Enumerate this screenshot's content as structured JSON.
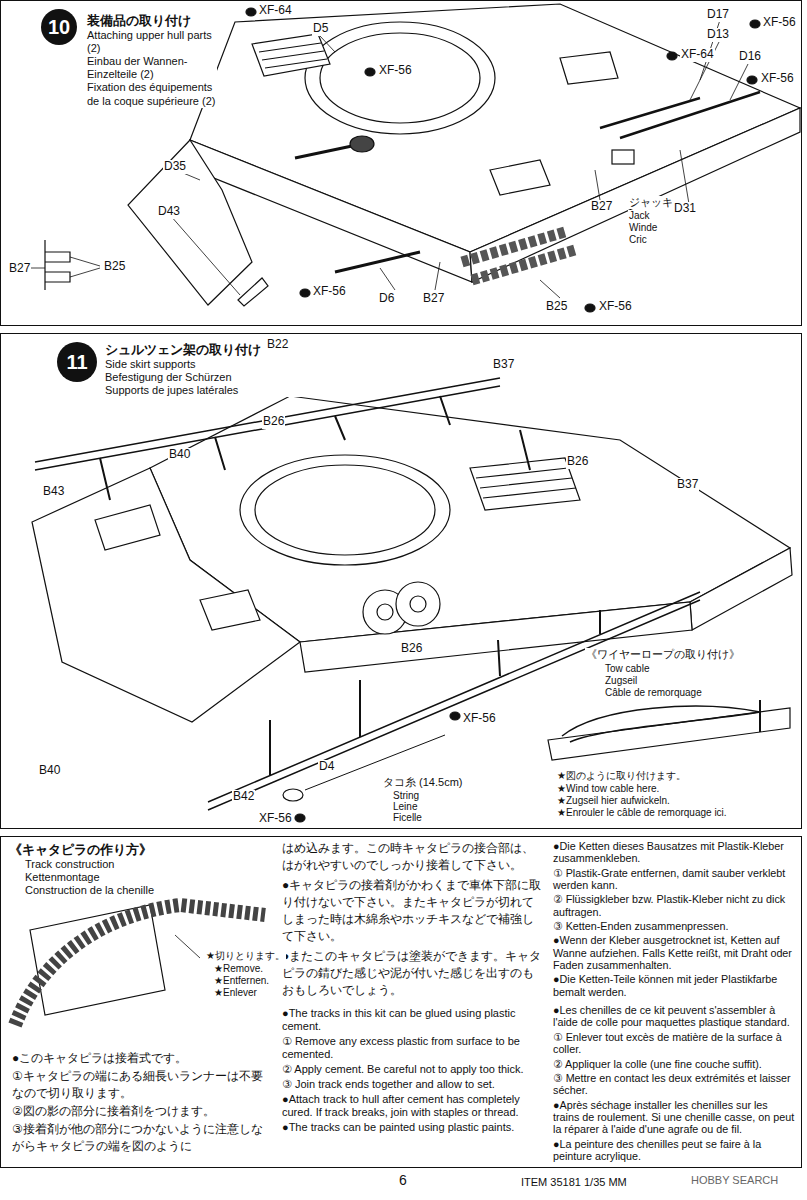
{
  "diagram": {
    "nodes": [
      {
        "text": [
          "装備品の取り付け",
          "Attaching upper hull parts (2)",
          "Einbau der Wannen-Einzelteile (2)",
          "Fixation des équipements de la coque supérieure (2)"
        ]
      },
      {
        "text": [
          "10"
        ],
        "in": 0
      },
      {
        "text": [
          "シュルツェン架の取り付け",
          "Side skirt supports",
          "Befestigung der Schürzen",
          "Supports de jupes latérales"
        ]
      },
      {
        "text": [
          "11"
        ],
        "in": 2
      },
      {
        "text": [
          "《キャタピラの作り方》",
          "Track construction",
          "Kettenmontage",
          "Construction de la chenille"
        ]
      }
    ],
    "labels": [
      "XF-64",
      "D5",
      "XF-56",
      "D17",
      "D13",
      "XF-56",
      "XF-64",
      "D16",
      "XF-56",
      "D35",
      "D43",
      "B27",
      "B25",
      "XF-56",
      "D6",
      "B27",
      "B27",
      "ジャッキ",
      "Jack",
      "Winde",
      "Cric",
      "D31",
      "B25",
      "XF-56",
      "B22",
      "B37",
      "B26",
      "B40",
      "B43",
      "B26",
      "B37",
      "B26",
      "B40",
      "B42",
      "D4",
      "XF-56",
      "XF-56",
      "タコ糸 (14.5cm)",
      "String",
      "Leine",
      "Ficelle",
      "《ワイヤーロープの取り付け》",
      "Tow cable",
      "Zugseil",
      "Câble de remorquage",
      "★図のように取り付けます。",
      "★Wind tow cable here.",
      "★Zugseil hier aufwickeln.",
      "★Enrouler le câble de remorquage ici.",
      "★切りとります。",
      "★Remove.",
      "★Entfernen.",
      "★Enlever",
      "●このキャタピラは接着式です。",
      "①キャタピラの端にある細長いランナーは不要なので切り取ります。",
      "②図の影の部分に接着剤をつけます。",
      "③接着剤が他の部分につかないように注意しながらキャタピラの端を図のように",
      "はめ込みます。この時キャタピラの接合部は、はがれやすいのでしっかり接着して下さい。",
      "●キャタピラの接着剤がかわくまで車体下部に取り付けないで下さい。またキャタピラが切れてしまった時は木綿糸やホッチキスなどで補強して下さい。",
      "●またこのキャタピラは塗装ができます。キャタピラの錆びた感じや泥が付いた感じを出すのもおもしろいでしょう。",
      "●The tracks in this kit can be glued using plastic cement.",
      "① Remove any excess plastic from surface to be cemented.",
      "② Apply cement. Be careful not to apply too thick.",
      "③ Join track ends together and allow to set.",
      "●Attach track to hull after cement has completely cured. If track breaks, join with staples or thread.",
      "●The tracks can be painted using plastic paints.",
      "●Die Ketten dieses Bausatzes mit Plastik-Kleber zusammenkleben.",
      "① Plastik-Grate entfernen, damit sauber verklebt werden kann.",
      "② Flüssigkleber bzw. Plastik-Kleber nicht zu dick auftragen.",
      "③ Ketten-Enden zusammenpressen.",
      "●Wenn der Kleber ausgetrocknet ist, Ketten auf Wanne aufziehen. Falls Kette reißt, mit Draht oder Faden zusammenhalten.",
      "●Die Ketten-Teile können mit jeder Plastikfarbe bemalt werden.",
      "●Les chenilles de ce kit peuvent s'assembler à l'aide de colle pour maquettes plastique standard.",
      "① Enlever tout excès de matière de la surface à coller.",
      "② Appliquer la colle (une fine couche suffit).",
      "③ Mettre en contact les deux extrémités et laisser sécher.",
      "●Après séchage installer les chenilles sur les trains de roulement. Si une chenille casse, on peut la réparer à l'aide d'une agrafe ou de fil.",
      "●La peinture des chenilles peut se faire à la peinture acrylique.",
      "6",
      "ITEM 35181 1/35 MM",
      "HOBBY SEARCH"
    ]
  }
}
